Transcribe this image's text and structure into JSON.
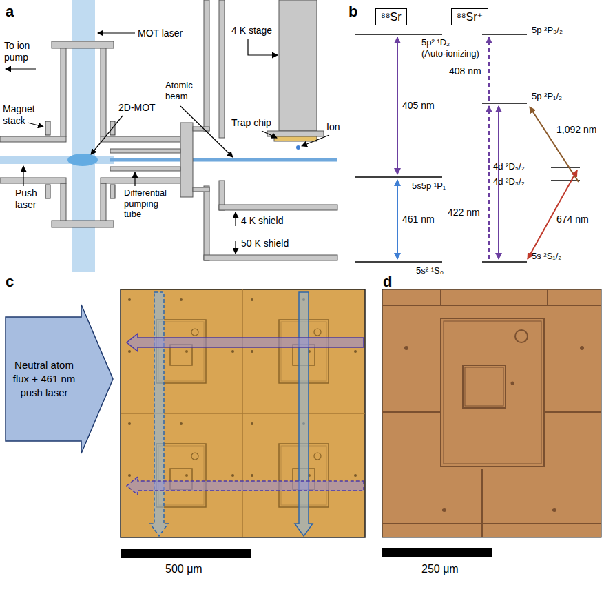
{
  "diagram": {
    "nodes": [
      {
        "text": [
          "⁸⁸Sr"
        ]
      },
      {
        "text": [
          "⁸⁸Sr⁺"
        ]
      },
      {
        "text": [
          "Neutral atom flux + 461 nm push laser"
        ]
      }
    ],
    "labels": [
      "a",
      "To ion pump",
      "MOT laser",
      "4 K stage",
      "Magnet stack",
      "2D-MOT",
      "Atomic beam",
      "Trap chip",
      "Ion",
      "Push laser",
      "Differential pumping tube",
      "4 K shield",
      "50 K shield",
      "b",
      "5p² ¹D₂",
      "(Auto-ionizing)",
      "405 nm",
      "5s5p ¹P₁",
      "461 nm",
      "5s² ¹S₀",
      "5p ²P₃/₂",
      "408 nm",
      "5p ²P₁/₂",
      "1,092 nm",
      "4d ²D₅/₂",
      "4d ²D₃/₂",
      "422 nm",
      "674 nm",
      "5s ²S₁/₂",
      "c",
      "500 μm",
      "d",
      "250 μm"
    ]
  }
}
